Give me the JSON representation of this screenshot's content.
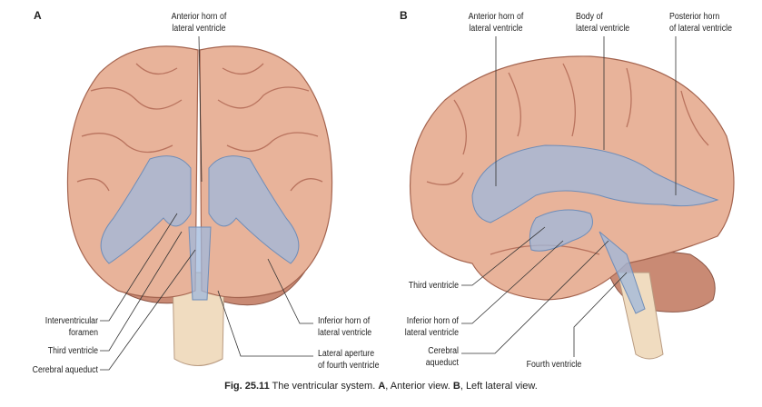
{
  "figure": {
    "number": "Fig. 25.11",
    "caption_text": "The ventricular system.",
    "caption_a_letter": "A",
    "caption_a_text": ", Anterior view.",
    "caption_b_letter": "B",
    "caption_b_text": ", Left lateral view."
  },
  "panel_a": {
    "letter": "A",
    "labels": {
      "anterior_horn": [
        "Anterior horn of",
        "lateral ventricle"
      ],
      "interventricular_foramen": [
        "Interventricular",
        "foramen"
      ],
      "third_ventricle": "Third ventricle",
      "cerebral_aqueduct": "Cerebral aqueduct",
      "inferior_horn": [
        "Inferior horn of",
        "lateral ventricle"
      ],
      "lateral_aperture": [
        "Lateral aperture",
        "of fourth ventricle"
      ]
    }
  },
  "panel_b": {
    "letter": "B",
    "labels": {
      "anterior_horn": [
        "Anterior horn of",
        "lateral ventricle"
      ],
      "body": [
        "Body of",
        "lateral ventricle"
      ],
      "posterior_horn": [
        "Posterior horn",
        "of lateral ventricle"
      ],
      "third_ventricle": "Third ventricle",
      "inferior_horn": [
        "Inferior horn of",
        "lateral ventricle"
      ],
      "cerebral_aqueduct": [
        "Cerebral",
        "aqueduct"
      ],
      "fourth_ventricle": "Fourth  ventricle"
    }
  },
  "colors": {
    "brain": "#e8b39a",
    "gyri": "#b9735e",
    "ventricle": "#9fb8dc",
    "cerebellum": "#c98a74",
    "brainstem": "#f0dcc0"
  }
}
